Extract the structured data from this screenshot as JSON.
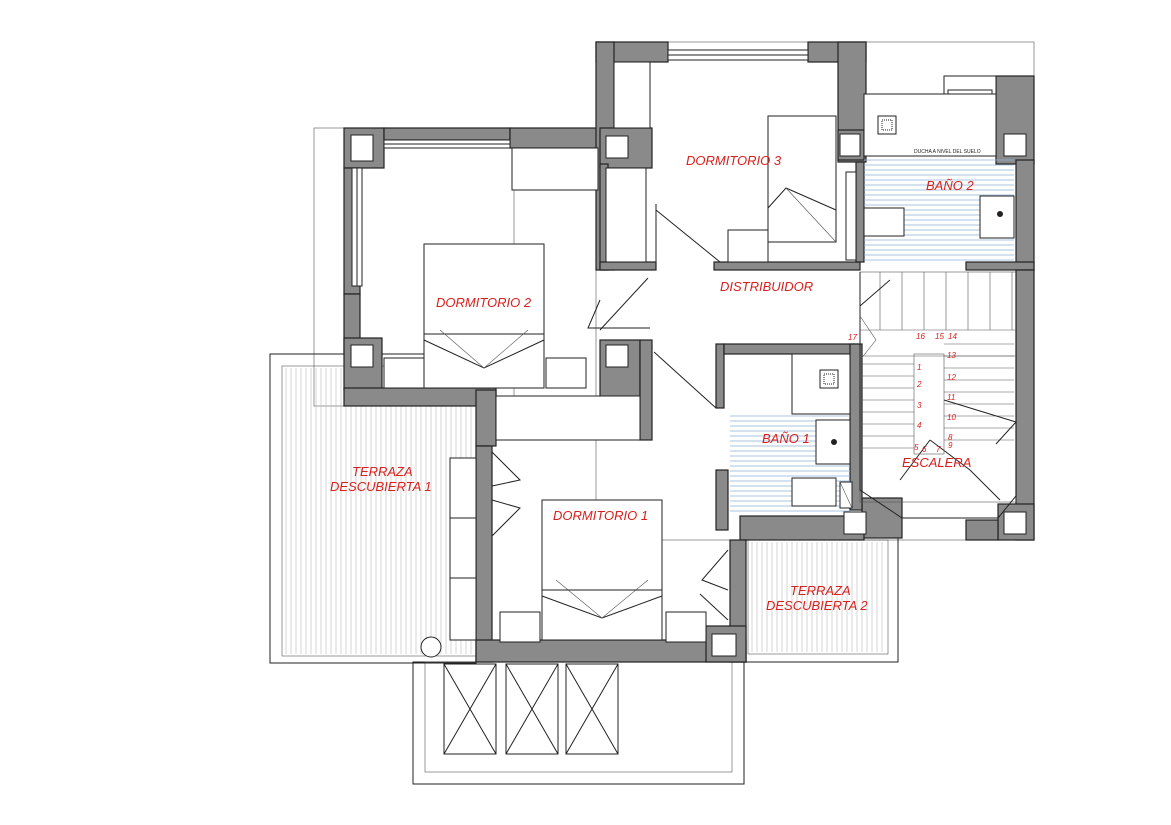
{
  "rooms": {
    "dormitorio3": "DORMITORIO 3",
    "bano2": "BAÑO 2",
    "ducha_note": "DUCHA A NIVEL DEL SUELO",
    "dormitorio2": "DORMITORIO 2",
    "distribuidor": "DISTRIBUIDOR",
    "bano1": "BAÑO 1",
    "escalera": "ESCALERA",
    "terraza1_line1": "TERRAZA",
    "terraza1_line2": "DESCUBIERTA 1",
    "dormitorio1": "DORMITORIO 1",
    "terraza2_line1": "TERRAZA",
    "terraza2_line2": "DESCUBIERTA 2"
  },
  "stair_steps": [
    "1",
    "2",
    "3",
    "4",
    "5",
    "6",
    "7",
    "8",
    "9",
    "10",
    "11",
    "12",
    "13",
    "14",
    "15",
    "16",
    "17"
  ],
  "colors": {
    "wall": "#8a8a8a",
    "label": "#d8211e",
    "tile": "#8db3d6"
  }
}
